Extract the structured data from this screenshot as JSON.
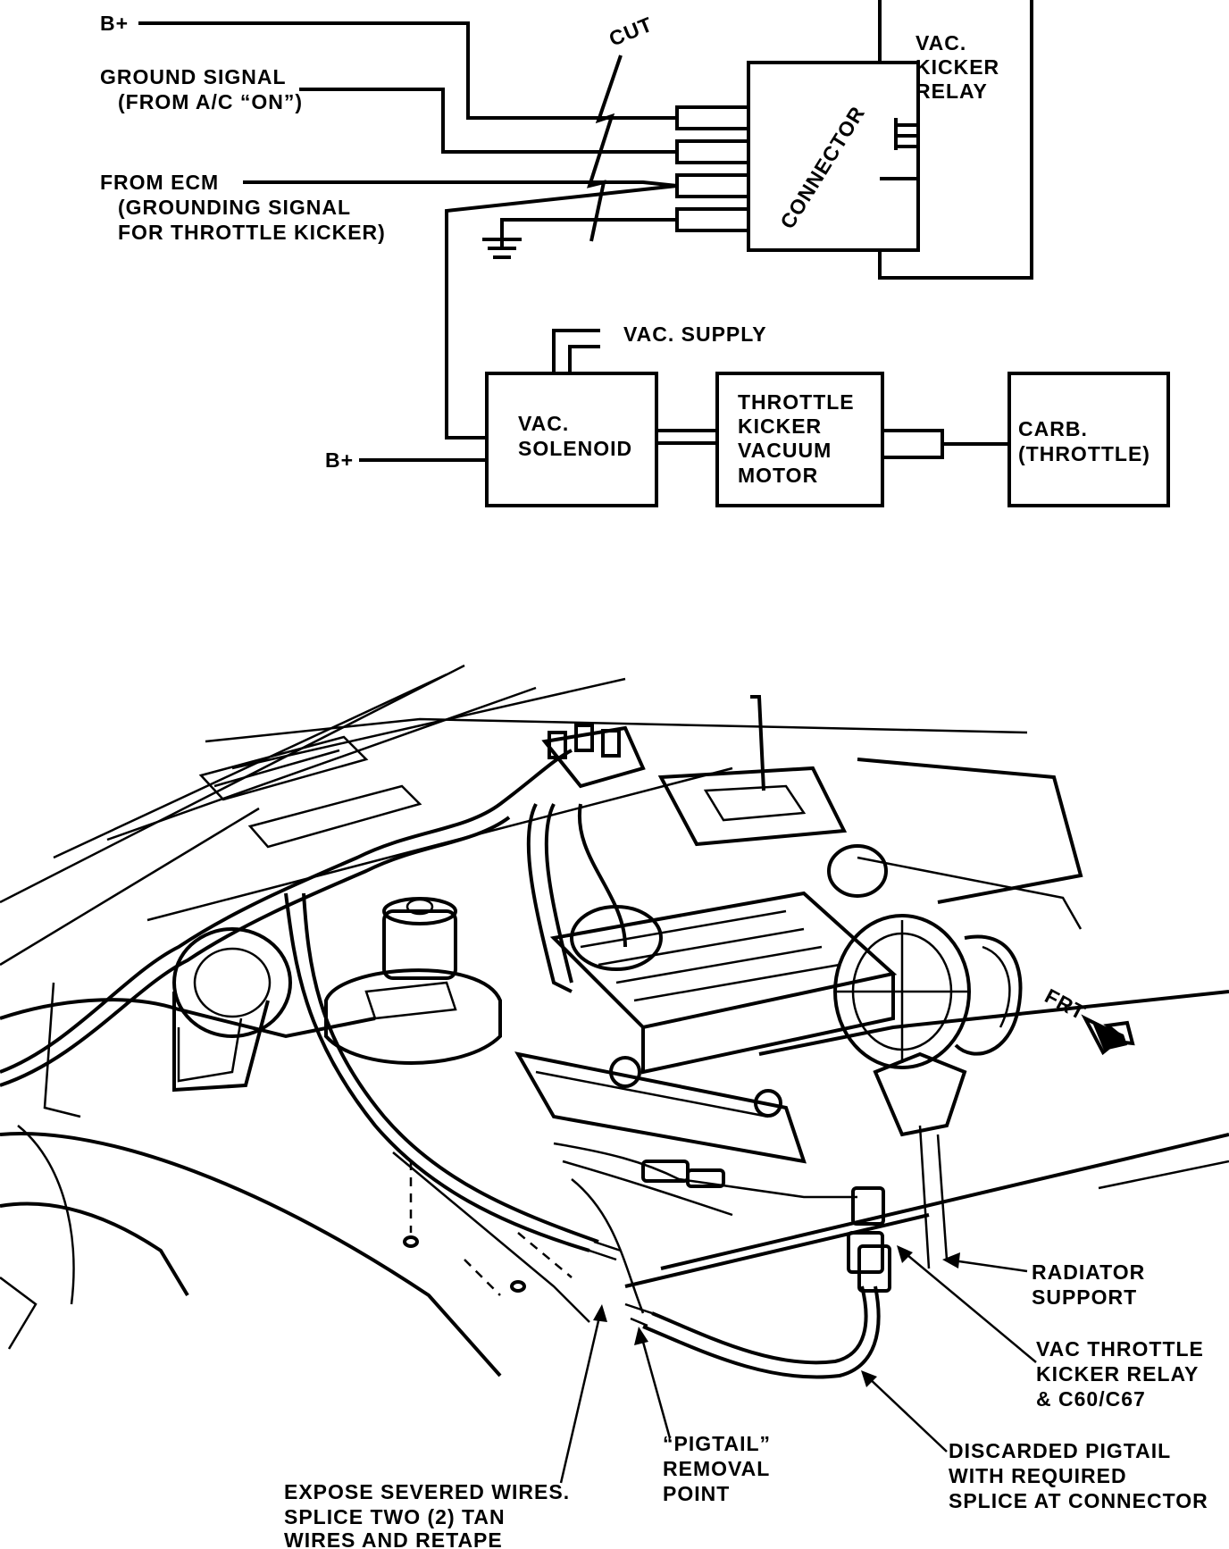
{
  "schematic": {
    "labels": {
      "b_plus_top": "B+",
      "ground_signal_1": "GROUND SIGNAL",
      "ground_signal_2": "(FROM A/C “ON”)",
      "from_ecm_1": "FROM ECM",
      "from_ecm_2": "(GROUNDING SIGNAL",
      "from_ecm_3": "FOR THROTTLE KICKER)",
      "cut": "CUT",
      "connector": "CONNECTOR",
      "relay_1": "VAC.",
      "relay_2": "KICKER",
      "relay_3": "RELAY",
      "vac_supply": "VAC. SUPPLY",
      "solenoid_1": "VAC.",
      "solenoid_2": "SOLENOID",
      "motor_1": "THROTTLE",
      "motor_2": "KICKER",
      "motor_3": "VACUUM",
      "motor_4": "MOTOR",
      "carb_1": "CARB.",
      "carb_2": "(THROTTLE)",
      "b_plus_bottom": "B+"
    }
  },
  "illustration": {
    "labels": {
      "frt": "FRT",
      "radiator_1": "RADIATOR",
      "radiator_2": "SUPPORT",
      "relay_1": "VAC THROTTLE",
      "relay_2": "KICKER RELAY",
      "relay_3": "& C60/C67",
      "discarded_1": "DISCARDED PIGTAIL",
      "discarded_2": "WITH REQUIRED",
      "discarded_3": "SPLICE AT CONNECTOR",
      "pigtail_1": "“PIGTAIL”",
      "pigtail_2": "REMOVAL",
      "pigtail_3": "POINT",
      "expose_1": "EXPOSE SEVERED WIRES.",
      "expose_2": "SPLICE TWO (2) TAN",
      "expose_3": "WIRES AND RETAPE"
    }
  }
}
